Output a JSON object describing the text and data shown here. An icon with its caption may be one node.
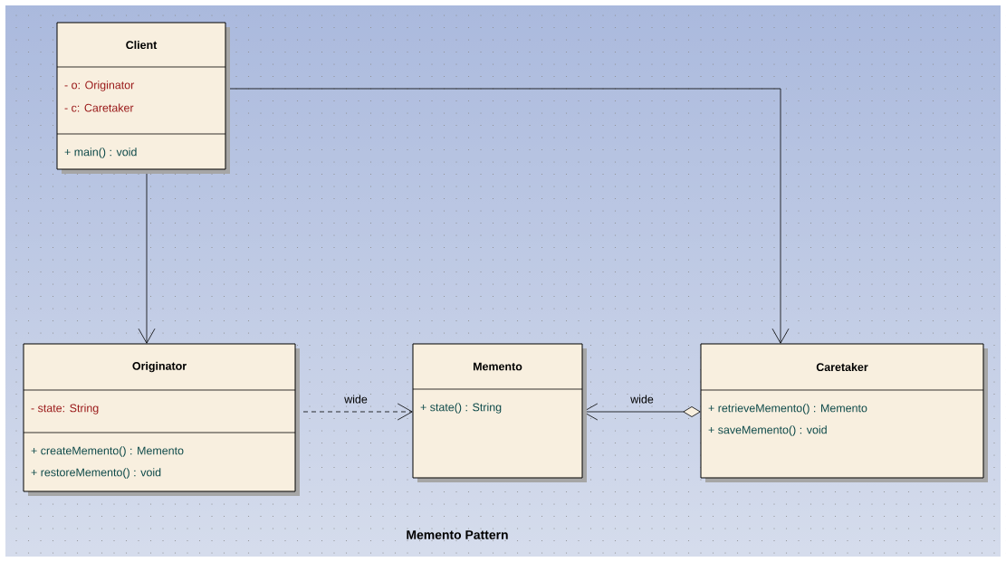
{
  "diagram": {
    "caption": "Memento Pattern",
    "nodes": [
      {
        "text": [
          "Client",
          "- o: Originator",
          "- c: Caretaker",
          "+ main() : void"
        ]
      },
      {
        "text": [
          "Originator",
          "- state: String",
          "+ createMemento() : Memento",
          "+ restoreMemento() : void"
        ]
      },
      {
        "text": [
          "Memento",
          "+ state() : String"
        ]
      },
      {
        "text": [
          "Caretaker",
          "+ retrieveMemento() : Memento",
          "+ saveMemento() : void"
        ]
      }
    ],
    "edges": [
      {
        "from": 0,
        "to": 1,
        "arrow": "to"
      },
      {
        "from": 0,
        "to": 3,
        "arrow": "to"
      },
      {
        "from": 1,
        "to": 2,
        "arrow": "to",
        "label": "wide",
        "style": "dashed"
      },
      {
        "from": 3,
        "to": 2,
        "arrow": "to",
        "label": "wide"
      }
    ]
  }
}
